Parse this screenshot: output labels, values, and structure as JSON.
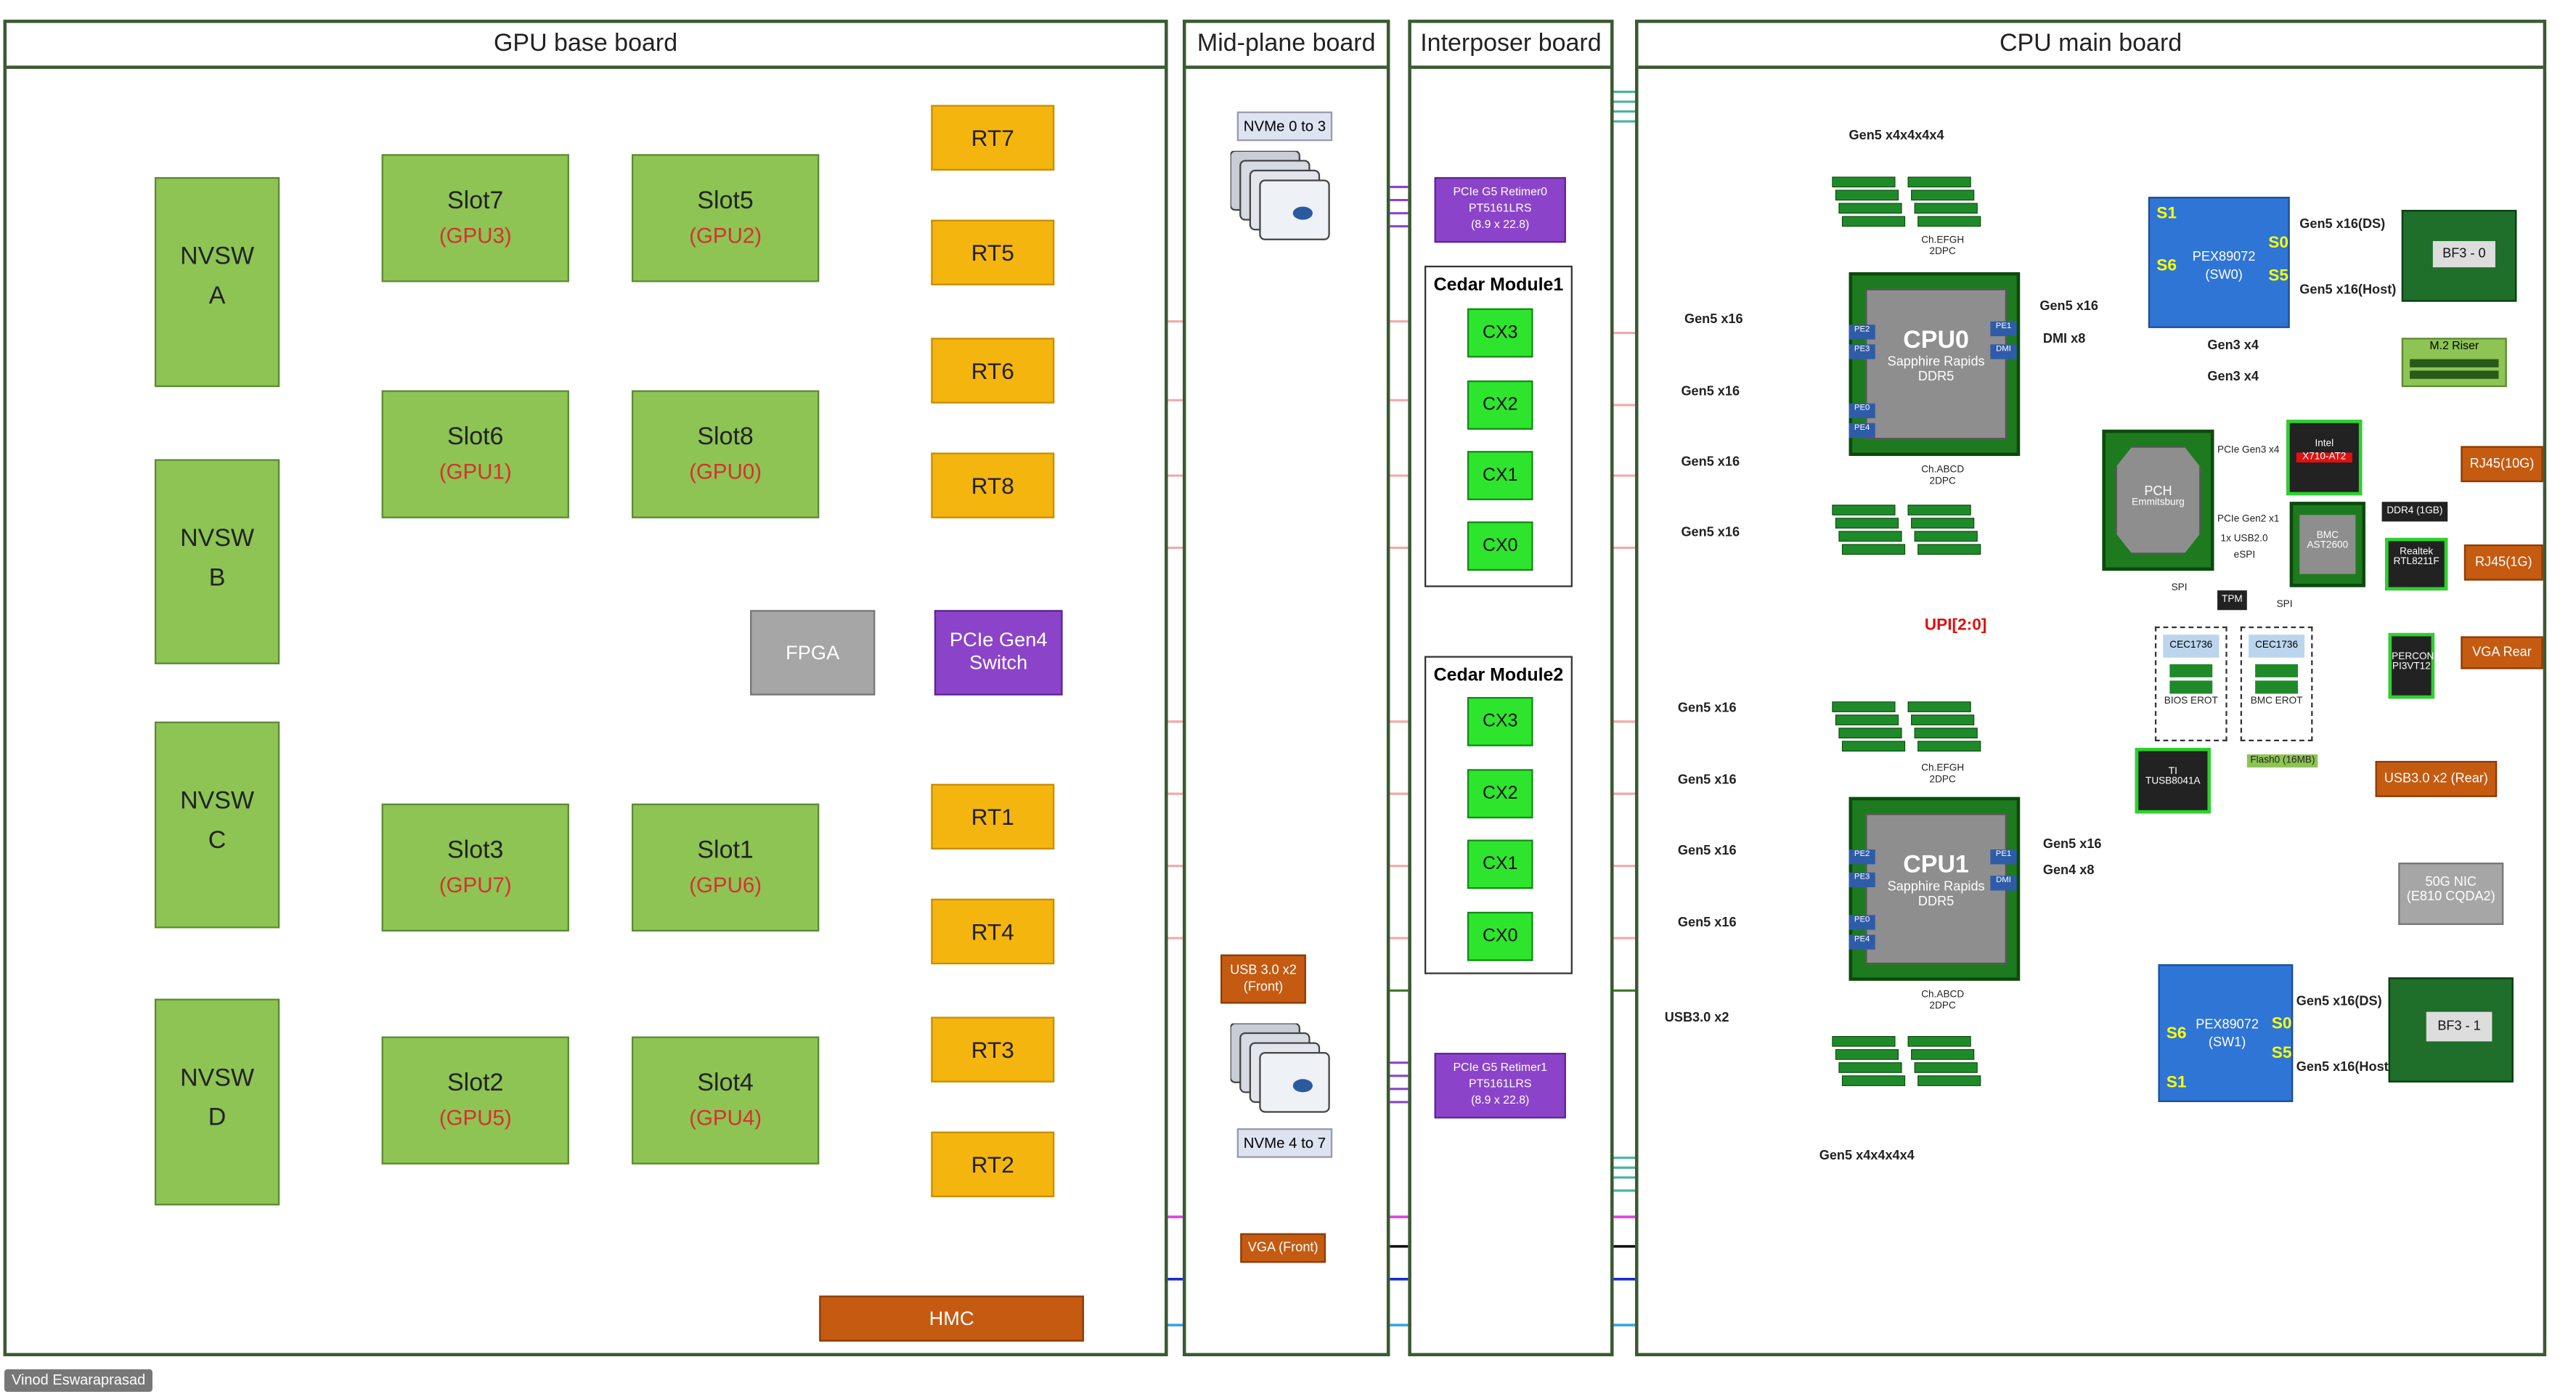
{
  "boards": {
    "gpu": "GPU base board",
    "mid": "Mid-plane board",
    "interposer": "Interposer board",
    "cpu": "CPU main board"
  },
  "nvsw": [
    {
      "line1": "NVSW",
      "line2": "A"
    },
    {
      "line1": "NVSW",
      "line2": "B"
    },
    {
      "line1": "NVSW",
      "line2": "C"
    },
    {
      "line1": "NVSW",
      "line2": "D"
    }
  ],
  "slots": [
    {
      "name": "Slot7",
      "gpu": "(GPU3)"
    },
    {
      "name": "Slot5",
      "gpu": "(GPU2)"
    },
    {
      "name": "Slot6",
      "gpu": "(GPU1)"
    },
    {
      "name": "Slot8",
      "gpu": "(GPU0)"
    },
    {
      "name": "Slot3",
      "gpu": "(GPU7)"
    },
    {
      "name": "Slot1",
      "gpu": "(GPU6)"
    },
    {
      "name": "Slot2",
      "gpu": "(GPU5)"
    },
    {
      "name": "Slot4",
      "gpu": "(GPU4)"
    }
  ],
  "retimers": [
    "RT7",
    "RT5",
    "RT6",
    "RT8",
    "RT1",
    "RT4",
    "RT3",
    "RT2"
  ],
  "fpga": "FPGA",
  "pcie_switch": {
    "line1": "PCIe Gen4",
    "line2": "Switch"
  },
  "hmc": "HMC",
  "midplane": {
    "nvme_top": "NVMe 0 to 3",
    "nvme_bottom": "NVMe 4 to 7",
    "usb_front": {
      "line1": "USB 3.0 x2",
      "line2": "(Front)"
    },
    "vga_front": "VGA (Front)"
  },
  "interposer": {
    "retimer0": {
      "line1": "PCIe G5 Retimer0",
      "line2": "PT5161LRS",
      "line3": "(8.9 x 22.8)"
    },
    "retimer1": {
      "line1": "PCIe G5 Retimer1",
      "line2": "PT5161LRS",
      "line3": "(8.9 x 22.8)"
    },
    "cedar1": "Cedar Module1",
    "cedar2": "Cedar Module2",
    "cx": [
      "CX3",
      "CX2",
      "CX1",
      "CX0"
    ]
  },
  "cpu_board": {
    "top_link": "Gen5 x4x4x4x4",
    "bottom_link": "Gen5 x4x4x4x4",
    "gen5x16": "Gen5 x16",
    "cpu0": {
      "name": "CPU0",
      "sub": "Sapphire Rapids",
      "mem": "DDR5",
      "ch_top": "Ch.EFGH",
      "ch_top2": "2DPC",
      "ch_bot": "Ch.ABCD",
      "ch_bot2": "2DPC"
    },
    "cpu1": {
      "name": "CPU1",
      "sub": "Sapphire Rapids",
      "mem": "DDR5",
      "ch_top": "Ch.EFGH",
      "ch_top2": "2DPC",
      "ch_bot": "Ch.ABCD",
      "ch_bot2": "2DPC"
    },
    "cpu0_ports": [
      "PE2",
      "PE3",
      "PE0",
      "PE4"
    ],
    "cpu1_ports": [
      "PE2",
      "PE3",
      "PE0",
      "PE4"
    ],
    "pe1": "PE1",
    "dmi": "DMI",
    "dmi_x8": "DMI x8",
    "gen4x8": "Gen4 x8",
    "upi": "UPI[2:0]",
    "usb30x2": "USB3.0 x2",
    "pex0": {
      "name": "PEX89072",
      "sub": "(SW0)",
      "s1": "S1",
      "s6": "S6",
      "s0": "S0",
      "s5": "S5"
    },
    "pex1": {
      "name": "PEX89072",
      "sub": "(SW1)",
      "s1": "S1",
      "s6": "S6",
      "s0": "S0",
      "s5": "S5"
    },
    "bf3_0": "BF3 - 0",
    "bf3_1": "BF3 - 1",
    "ds": "Gen5 x16(DS)",
    "host": "Gen5 x16(Host)",
    "m2riser": "M.2 Riser",
    "gen3x4": "Gen3 x4",
    "pch": {
      "line1": "PCH",
      "line2": "Emmitsburg"
    },
    "intel": {
      "line1": "Intel",
      "line2": "X710-AT2"
    },
    "pcie_gen3x4": "PCIe Gen3 x4",
    "pcie_gen2x1": "PCIe Gen2 x1",
    "usb2": "1x USB2.0",
    "espi": "eSPI",
    "bmc": {
      "line1": "BMC",
      "line2": "AST2600"
    },
    "ddr4": "DDR4 (1GB)",
    "realtek": {
      "line1": "Realtek",
      "line2": "RTL8211F"
    },
    "spi": "SPI",
    "tpm": "TPM",
    "cec1": "CEC1736",
    "cec2": "CEC1736",
    "bios_erot": "BIOS EROT",
    "bmc_erot": "BMC EROT",
    "flash": "Flash0 (16MB)",
    "ti": {
      "line1": "TI",
      "line2": "TUSB8041A"
    },
    "percon": {
      "line1": "PERCON",
      "line2": "PI3VT12"
    },
    "rj45_10g": "RJ45(10G)",
    "rj45_1g": "RJ45(1G)",
    "vga_rear": "VGA Rear",
    "usb_rear": "USB3.0 x2 (Rear)",
    "nic50g": {
      "line1": "50G NIC",
      "line2": "(E810 CQDA2)"
    }
  },
  "watermark": "Vinod Eswaraprasad"
}
